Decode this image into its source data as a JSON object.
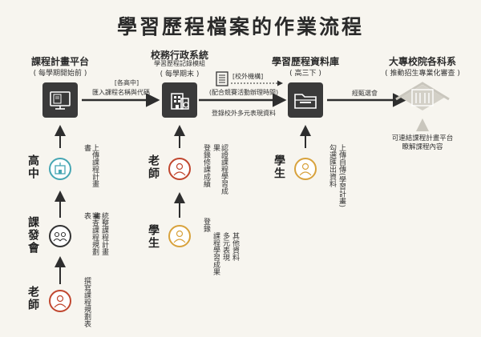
{
  "title": "學習歷程檔案的作業流程",
  "nodes": {
    "course_plan": {
      "title": "課程計畫平台",
      "sub": "( 每學期開始前 )"
    },
    "admin": {
      "title": "校務行政系統",
      "sub1": "學習歷程記錄模組",
      "sub2": "( 每學期末 )"
    },
    "archive": {
      "title": "學習歷程資料庫",
      "sub": "( 高三下 )"
    },
    "university": {
      "title": "大專校院各科系",
      "sub": "( 推動招生專業化審查 )"
    }
  },
  "edges": {
    "e1_line1": "[各高中]",
    "e1_line2": "匯入課程名稱與代碼",
    "e2_line1": "[校外機構]",
    "e2_line2": "(配合競賽活動辦理時間)",
    "e2_below": "登錄校外多元表現資料",
    "e3": "經甄選會",
    "university_note1": "可連結課程計畫平台",
    "university_note2": "瞭解課程內容"
  },
  "roles": {
    "highschool": "高中",
    "committee": "課發會",
    "teacher_left": "老師",
    "teacher_mid": "老師",
    "student_mid": "學生",
    "student_right": "學生"
  },
  "notes": {
    "hs_upload": "上傳課程計畫書",
    "committee_review1": "審查課程規劃表",
    "committee_review2": "統整課程計畫書",
    "teacher_write": "撰寫課程規劃表",
    "teacher_mid1": "登錄修課成績",
    "teacher_mid2": "認證課程學習成果",
    "student_mid1": "登錄",
    "student_mid2": "課程學習成果",
    "student_mid3": "多元表現",
    "student_mid4": "其他資料",
    "student_right1": "勾選匯出資料",
    "student_right2": "上傳自傳(學習計畫)"
  },
  "colors": {
    "dark_box": "#3a3a3a",
    "arrow": "#2e2e2e",
    "teal": "#46a6b3",
    "red": "#c0462e",
    "gold": "#d8a23c",
    "uni_pillar": "#c9c6bd",
    "background": "#f7f5ef"
  },
  "icons": [
    "computer-icon",
    "building-icon",
    "folder-icon",
    "university-icon",
    "school-icon",
    "group-icon",
    "teacher-icon",
    "student-icon"
  ]
}
